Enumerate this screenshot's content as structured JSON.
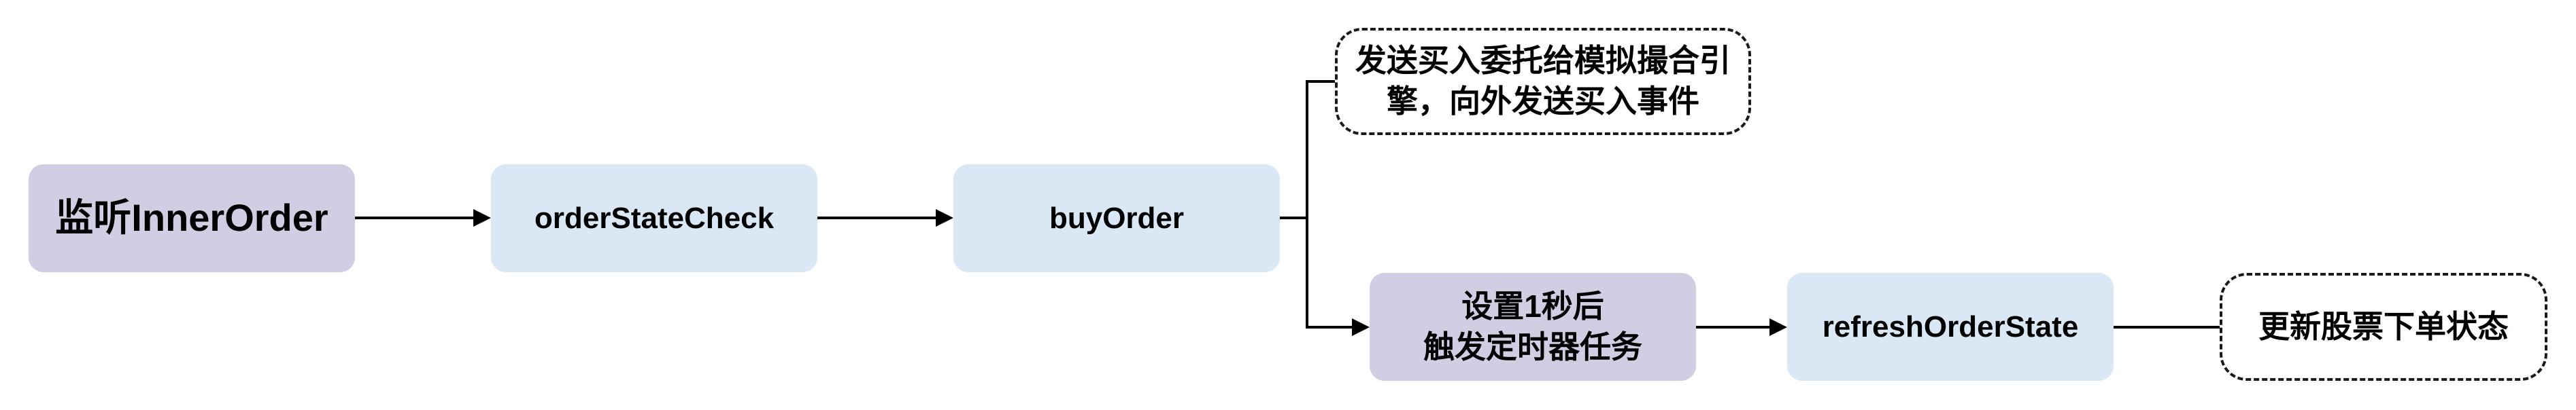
{
  "nodes": {
    "listen": "监听InnerOrder",
    "state_check": "orderStateCheck",
    "buy_order": "buyOrder",
    "note_buy": "发送买入委托给模拟撮合引擎，向外发送买入事件",
    "timer_line1": "设置1秒后",
    "timer_line2": "触发定时器任务",
    "refresh": "refreshOrderState",
    "note_refresh": "更新股票下单状态"
  },
  "colors": {
    "process_purple": "#d0cee2",
    "process_blue": "#dae8f6",
    "line": "#000000",
    "note_border": "#1a1a1a"
  }
}
